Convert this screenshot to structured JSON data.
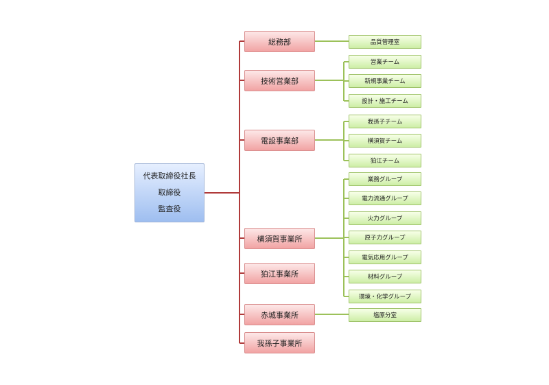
{
  "root": {
    "lines": [
      "代表取締役社長",
      "取締役",
      "監査役"
    ]
  },
  "departments": [
    {
      "label": "総務部",
      "units": [
        "品質管理室"
      ]
    },
    {
      "label": "技術営業部",
      "units": [
        "営業チーム",
        "新規事業チーム",
        "設計・施工チーム"
      ]
    },
    {
      "label": "電設事業部",
      "units": [
        "我孫子チーム",
        "横須賀チーム",
        "狛江チーム"
      ]
    },
    {
      "label": "横須賀事業所",
      "units": [
        "業務グループ",
        "電力流通グループ",
        "火力グループ",
        "原子力グループ",
        "電気応用グループ",
        "材料グループ",
        "環境・化学グループ"
      ]
    },
    {
      "label": "狛江事業所",
      "units": []
    },
    {
      "label": "赤城事業所",
      "units": [
        "塩原分室"
      ]
    },
    {
      "label": "我孫子事業所",
      "units": []
    }
  ],
  "colors": {
    "root_line": "#b03a3a",
    "dept_line": "#9cc15a"
  }
}
